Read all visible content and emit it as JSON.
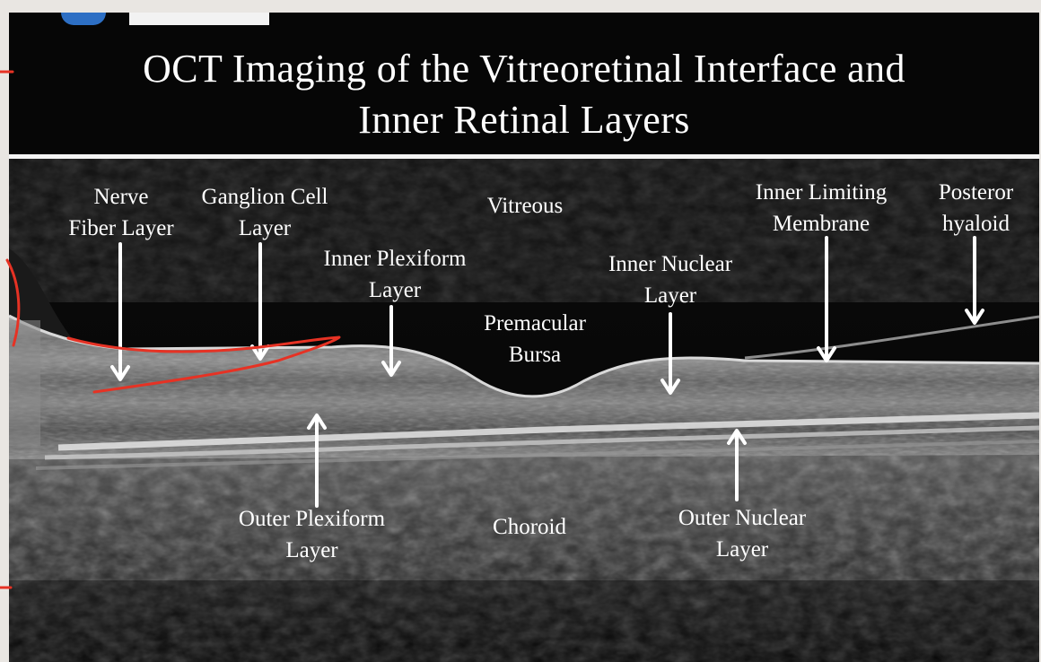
{
  "slide": {
    "title": "OCT Imaging of the Vitreoretinal Interface and\nInner Retinal Layers"
  },
  "labels": {
    "nerve_fiber_layer": "Nerve\nFiber Layer",
    "ganglion_cell_layer": "Ganglion Cell\nLayer",
    "vitreous": "Vitreous",
    "inner_limiting_membrane": "Inner Limiting\nMembrane",
    "posterior_hyaloid": "Posteror\nhyaloid",
    "inner_plexiform_layer": "Inner Plexiform\nLayer",
    "inner_nuclear_layer": "Inner Nuclear\nLayer",
    "premacular_bursa": "Premacular\nBursa",
    "outer_plexiform_layer": "Outer Plexiform\nLayer",
    "choroid": "Choroid",
    "outer_nuclear_layer": "Outer Nuclear\nLayer"
  },
  "colors": {
    "background": "#060606",
    "text": "#ffffff",
    "annotation_pen": "#e63224",
    "page_edge": "#e9e6e2"
  }
}
